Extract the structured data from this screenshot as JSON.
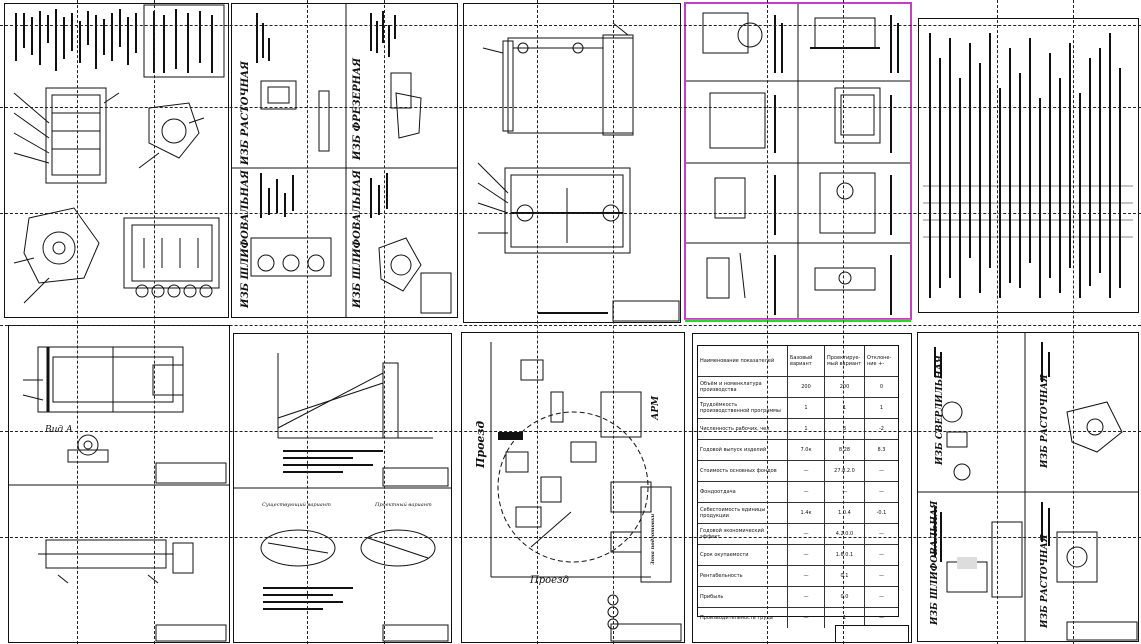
{
  "viewport": {
    "title": "CAD drawing sheets overview"
  },
  "sheets": {
    "s3_labels": [
      "ИЗБ РАСТОЧНАЯ",
      "ИЗБ ФРЕЗЕРНАЯ",
      "ИЗБ ШЛИФОВАЛЬНАЯ",
      "ИЗБ ШЛИФОВАЛЬНАЯ"
    ],
    "s5_label": "Вид А",
    "s8_label": "Проезд",
    "s8_label2": "Проезд",
    "s8_label3": "АРМ",
    "s8_label4": "Зона подготовки",
    "s9_table": {
      "headers": [
        "Наименование показателей",
        "Базовый вариант",
        "Проектируе-мый вариант",
        "Отклоне-ние +-"
      ],
      "rows": [
        [
          "Объём и номенклатура производства",
          "200",
          "200",
          "0"
        ],
        [
          "Трудоёмкость производственной программы",
          "1",
          "1",
          "1"
        ],
        [
          "Численность рабочих, чел",
          "1",
          "3",
          "-2"
        ],
        [
          "Годовой выпуск изделий",
          "7.0к",
          "8.28",
          "8.3"
        ],
        [
          "Стоимость основных фондов",
          "—",
          "27.8.2.0",
          "—"
        ],
        [
          "Фондоотдача",
          "—",
          "—",
          "—"
        ],
        [
          "Себестоимость единицы продукции",
          "1.4к",
          "1.0.4",
          "-0.1"
        ],
        [
          "Годовой экономический эффект",
          "—",
          "4.2.0.0",
          "—"
        ],
        [
          "Срок окупаемости",
          "—",
          "1.6.0.1",
          "—"
        ],
        [
          "Рентабельность",
          "—",
          "0.1",
          "—"
        ],
        [
          "Прибыль",
          "—",
          "0.0",
          "—"
        ],
        [
          "Производительность труда",
          "—",
          "1",
          "—"
        ]
      ]
    },
    "s10_labels": [
      "ИЗБ СВЕРЛИЛЬНАЯ",
      "ИЗБ РАСТОЧНАЯ",
      "ИЗБ ШЛИФОВАЛЬНАЯ",
      "ИЗБ РАСТОЧНАЯ"
    ],
    "s7_caption1": "Существующий вариант",
    "s7_caption2": "Проектный вариант"
  }
}
